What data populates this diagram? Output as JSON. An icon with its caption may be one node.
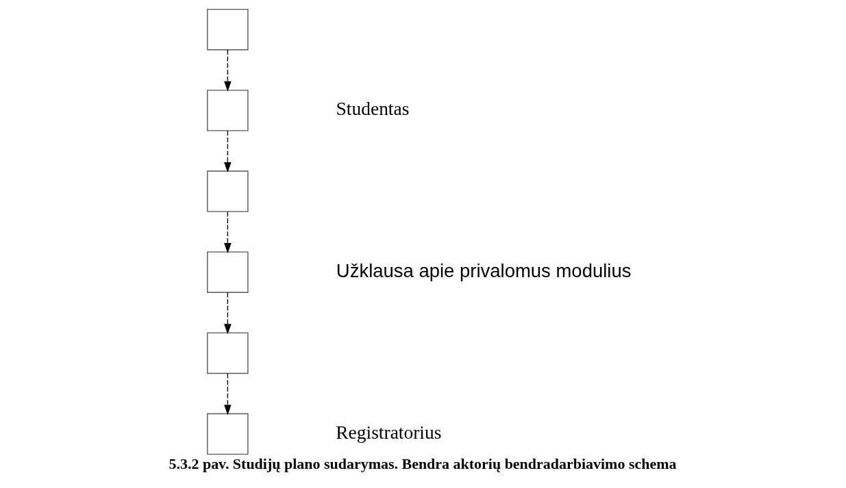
{
  "diagram": {
    "caption": "5.3.2 pav. Studijų plano sudarymas. Bendra aktorių bendradarbiavimo schema",
    "nodes": [
      {
        "text": [],
        "shape": "box"
      },
      {
        "text": [],
        "shape": "box"
      },
      {
        "text": [],
        "shape": "box"
      },
      {
        "text": [],
        "shape": "box"
      },
      {
        "text": [],
        "shape": "box"
      },
      {
        "text": [],
        "shape": "box"
      }
    ],
    "edges": [
      {
        "from": 0,
        "to": 1,
        "arrow": "to",
        "style": "dashed"
      },
      {
        "from": 1,
        "to": 2,
        "arrow": "to",
        "style": "dashed"
      },
      {
        "from": 2,
        "to": 3,
        "arrow": "to",
        "style": "dashed"
      },
      {
        "from": 3,
        "to": 4,
        "arrow": "to",
        "style": "dashed"
      },
      {
        "from": 4,
        "to": 5,
        "arrow": "to",
        "style": "dashed"
      }
    ],
    "labels": [
      "Studentas",
      "Užklausa apie privalomus modulius",
      "Registratorius"
    ]
  }
}
